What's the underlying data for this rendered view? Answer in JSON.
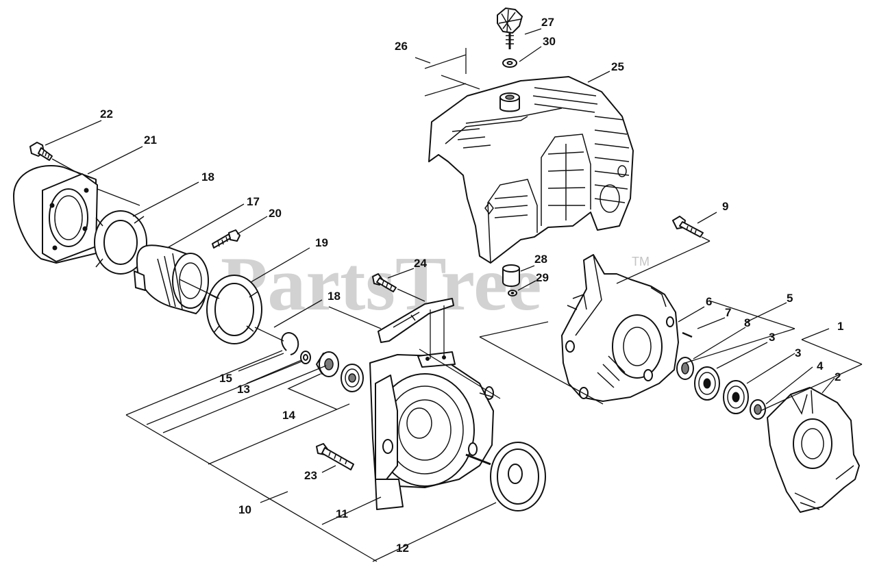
{
  "watermark": {
    "text": "PartsTree",
    "trademark": "TM"
  },
  "callouts": [
    {
      "n": "27"
    },
    {
      "n": "30"
    },
    {
      "n": "26"
    },
    {
      "n": "25"
    },
    {
      "n": "22"
    },
    {
      "n": "21"
    },
    {
      "n": "18"
    },
    {
      "n": "17"
    },
    {
      "n": "20"
    },
    {
      "n": "19"
    },
    {
      "n": "9"
    },
    {
      "n": "24"
    },
    {
      "n": "28"
    },
    {
      "n": "29"
    },
    {
      "n": "18"
    },
    {
      "n": "6"
    },
    {
      "n": "5"
    },
    {
      "n": "7"
    },
    {
      "n": "8"
    },
    {
      "n": "1"
    },
    {
      "n": "3"
    },
    {
      "n": "3"
    },
    {
      "n": "4"
    },
    {
      "n": "2"
    },
    {
      "n": "15"
    },
    {
      "n": "13"
    },
    {
      "n": "14"
    },
    {
      "n": "23"
    },
    {
      "n": "10"
    },
    {
      "n": "11"
    },
    {
      "n": "12"
    }
  ]
}
